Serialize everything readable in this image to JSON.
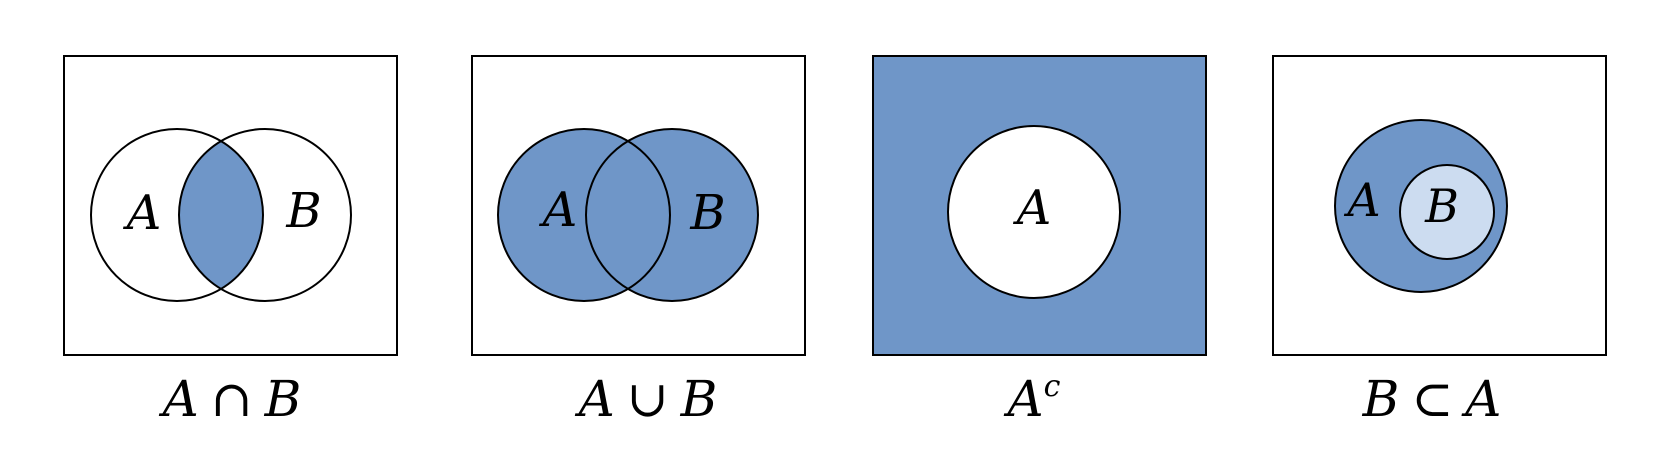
{
  "colors": {
    "fill": "#6f96c8",
    "fill_light": "#ccdcf0",
    "stroke": "#000000",
    "background": "#ffffff"
  },
  "panels": [
    {
      "id": "intersection",
      "labels": {
        "a": "A",
        "b": "B"
      },
      "caption": {
        "left": "A",
        "op": "∩",
        "right": "B"
      }
    },
    {
      "id": "union",
      "labels": {
        "a": "A",
        "b": "B"
      },
      "caption": {
        "left": "A",
        "op": "∪",
        "right": "B"
      }
    },
    {
      "id": "complement",
      "labels": {
        "a": "A"
      },
      "caption": {
        "left": "A",
        "sup": "c"
      }
    },
    {
      "id": "subset",
      "labels": {
        "a": "A",
        "b": "B"
      },
      "caption": {
        "left": "B",
        "op": "⊂",
        "right": "A"
      }
    }
  ]
}
